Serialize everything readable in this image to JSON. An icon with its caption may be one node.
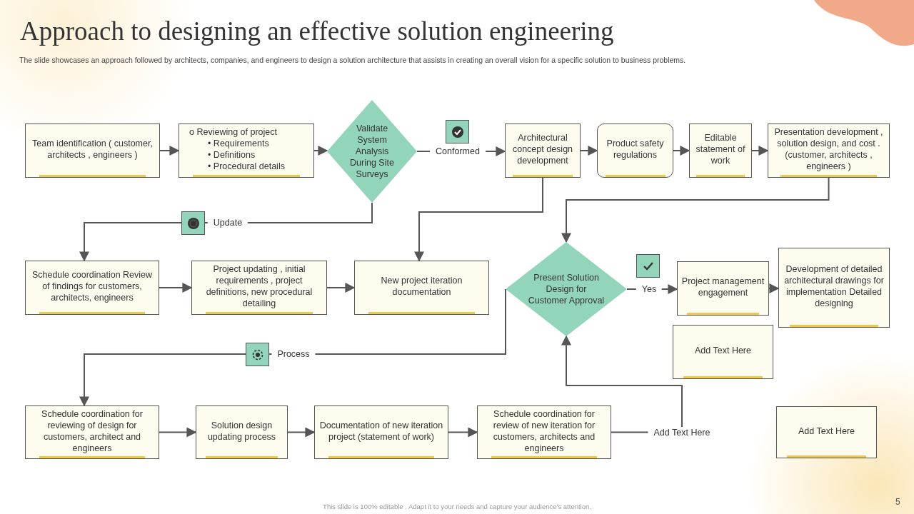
{
  "diagram": {
    "title": "Approach to designing an effective solution engineering",
    "caption": "The slide showcases an approach followed by architects, companies, and engineers to design a solution architecture that assists in creating an overall vision for a specific solution to business problems.",
    "nodes": [
      {
        "text": [
          "Team identification ( customer, architects , engineers )"
        ]
      },
      {
        "text": [
          "o Reviewing of project",
          "• Requirements",
          "• Definitions",
          "• Procedural details"
        ]
      },
      {
        "text": [
          "Validate System Analysis During Site Surveys"
        ]
      },
      {
        "text": [
          "Architectural concept design development"
        ]
      },
      {
        "text": [
          "Product safety regulations"
        ]
      },
      {
        "text": [
          "Editable statement of work"
        ]
      },
      {
        "text": [
          "Presentation development , solution design, and cost . (customer, architects , engineers )"
        ]
      },
      {
        "text": [
          "Schedule coordination Review of findings for customers, architects, engineers"
        ]
      },
      {
        "text": [
          "Project updating , initial requirements , project definitions, new procedural detailing"
        ]
      },
      {
        "text": [
          "New project iteration documentation"
        ]
      },
      {
        "text": [
          "Present Solution Design for Customer Approval"
        ]
      },
      {
        "text": [
          "Project management engagement"
        ]
      },
      {
        "text": [
          "Development of detailed architectural drawings for implementation Detailed designing"
        ]
      },
      {
        "text": [
          "Add Text Here"
        ]
      },
      {
        "text": [
          "Schedule coordination for reviewing of design for customers, architect and engineers"
        ]
      },
      {
        "text": [
          "Solution design updating process"
        ]
      },
      {
        "text": [
          "Documentation of new iteration project (statement of work)"
        ]
      },
      {
        "text": [
          "Schedule coordination for review of new iteration for customers, architects and engineers"
        ]
      },
      {
        "text": [
          "Add Text Here"
        ]
      }
    ],
    "edges": [
      {
        "from": 0,
        "to": 1,
        "arrow": "to"
      },
      {
        "from": 1,
        "to": 2,
        "arrow": "to"
      },
      {
        "from": 2,
        "to": 3,
        "arrow": "to",
        "label": "Conformed"
      },
      {
        "from": 3,
        "to": 4,
        "arrow": "to"
      },
      {
        "from": 4,
        "to": 5,
        "arrow": "to"
      },
      {
        "from": 5,
        "to": 6,
        "arrow": "to"
      },
      {
        "from": 2,
        "to": 7,
        "arrow": "to",
        "label": "Update"
      },
      {
        "from": 7,
        "to": 8,
        "arrow": "to"
      },
      {
        "from": 8,
        "to": 9,
        "arrow": "to"
      },
      {
        "from": 3,
        "to": 9,
        "arrow": "to"
      },
      {
        "from": 6,
        "to": 10,
        "arrow": "to"
      },
      {
        "from": 10,
        "to": 11,
        "arrow": "to",
        "label": "Yes"
      },
      {
        "from": 11,
        "to": 12,
        "arrow": "to"
      },
      {
        "from": 10,
        "to": 14,
        "arrow": "to",
        "label": "Process"
      },
      {
        "from": 14,
        "to": 15,
        "arrow": "to"
      },
      {
        "from": 15,
        "to": 16,
        "arrow": "to"
      },
      {
        "from": 16,
        "to": 17,
        "arrow": "to"
      },
      {
        "from": 17,
        "to": 10,
        "arrow": "to",
        "label": "Add Text Here"
      }
    ],
    "labels": [
      "This slide is 100% editable . Adapt it to your needs and capture your audience’s attention.",
      "5"
    ]
  }
}
